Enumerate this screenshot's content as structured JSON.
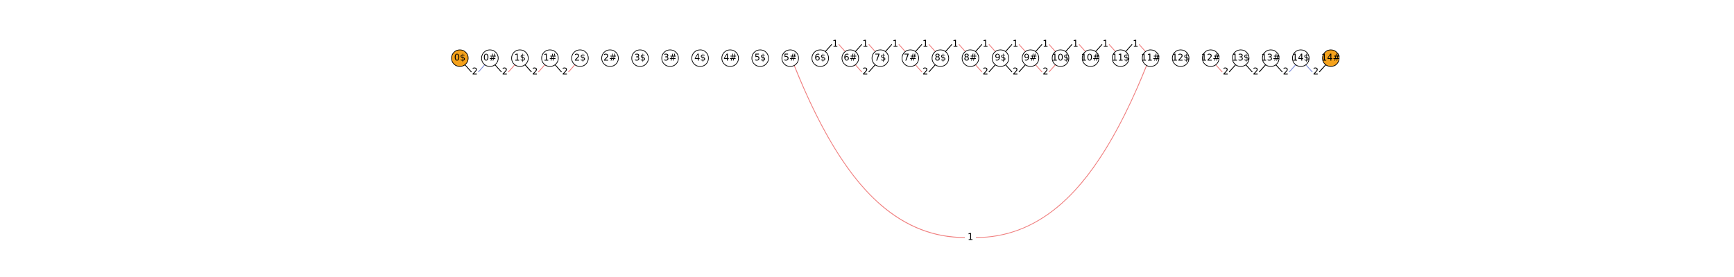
{
  "colors": {
    "default_node": "#ffffff",
    "terminal_node": "#f5a21b",
    "edge_black": "#000000",
    "edge_red": "#f08080",
    "edge_blue": "#7f8fd8"
  },
  "nodes": [
    {
      "label": "0$",
      "terminal": true
    },
    {
      "label": "0#"
    },
    {
      "label": "1$"
    },
    {
      "label": "1#"
    },
    {
      "label": "2$"
    },
    {
      "label": "2#"
    },
    {
      "label": "3$"
    },
    {
      "label": "3#"
    },
    {
      "label": "4$"
    },
    {
      "label": "4#"
    },
    {
      "label": "5$"
    },
    {
      "label": "5#"
    },
    {
      "label": "6$"
    },
    {
      "label": "6#"
    },
    {
      "label": "7$"
    },
    {
      "label": "7#"
    },
    {
      "label": "8$"
    },
    {
      "label": "8#"
    },
    {
      "label": "9$"
    },
    {
      "label": "9#"
    },
    {
      "label": "10$"
    },
    {
      "label": "10#"
    },
    {
      "label": "11$"
    },
    {
      "label": "11#"
    },
    {
      "label": "12$"
    },
    {
      "label": "12#"
    },
    {
      "label": "13$"
    },
    {
      "label": "13#"
    },
    {
      "label": "14$"
    },
    {
      "label": "14#",
      "terminal": true
    }
  ],
  "edges": [
    {
      "from": 0,
      "to": 1,
      "label": "2",
      "side": "below",
      "stroke": [
        "black",
        "blue"
      ]
    },
    {
      "from": 1,
      "to": 2,
      "label": "2",
      "side": "below",
      "stroke": [
        "black",
        "red"
      ]
    },
    {
      "from": 2,
      "to": 3,
      "label": "2",
      "side": "below",
      "stroke": [
        "black",
        "red"
      ]
    },
    {
      "from": 3,
      "to": 4,
      "label": "2",
      "side": "below",
      "stroke": [
        "black",
        "red"
      ]
    },
    {
      "from": 11,
      "to": 23,
      "label": "1",
      "side": "arc",
      "stroke": [
        "red",
        "red"
      ]
    },
    {
      "from": 12,
      "to": 13,
      "label": "1",
      "side": "above",
      "stroke": [
        "black",
        "red"
      ]
    },
    {
      "from": 13,
      "to": 14,
      "label": "1",
      "side": "above",
      "stroke": [
        "black",
        "red"
      ]
    },
    {
      "from": 14,
      "to": 15,
      "label": "1",
      "side": "above",
      "stroke": [
        "black",
        "red"
      ]
    },
    {
      "from": 15,
      "to": 16,
      "label": "1",
      "side": "above",
      "stroke": [
        "black",
        "red"
      ]
    },
    {
      "from": 16,
      "to": 17,
      "label": "1",
      "side": "above",
      "stroke": [
        "black",
        "red"
      ]
    },
    {
      "from": 17,
      "to": 18,
      "label": "1",
      "side": "above",
      "stroke": [
        "black",
        "red"
      ]
    },
    {
      "from": 18,
      "to": 19,
      "label": "1",
      "side": "above",
      "stroke": [
        "black",
        "red"
      ]
    },
    {
      "from": 19,
      "to": 20,
      "label": "1",
      "side": "above",
      "stroke": [
        "black",
        "red"
      ]
    },
    {
      "from": 20,
      "to": 21,
      "label": "1",
      "side": "above",
      "stroke": [
        "black",
        "red"
      ]
    },
    {
      "from": 21,
      "to": 22,
      "label": "1",
      "side": "above",
      "stroke": [
        "black",
        "red"
      ]
    },
    {
      "from": 22,
      "to": 23,
      "label": "1",
      "side": "above",
      "stroke": [
        "black",
        "red"
      ]
    },
    {
      "from": 13,
      "to": 14,
      "label": "2",
      "side": "below",
      "stroke": [
        "red",
        "black"
      ]
    },
    {
      "from": 15,
      "to": 16,
      "label": "2",
      "side": "below",
      "stroke": [
        "red",
        "black"
      ]
    },
    {
      "from": 17,
      "to": 18,
      "label": "2",
      "side": "below",
      "stroke": [
        "red",
        "black"
      ]
    },
    {
      "from": 18,
      "to": 19,
      "label": "2",
      "side": "below",
      "stroke": [
        "black",
        "black"
      ]
    },
    {
      "from": 19,
      "to": 20,
      "label": "2",
      "side": "below",
      "stroke": [
        "red",
        "red"
      ]
    },
    {
      "from": 25,
      "to": 26,
      "label": "2",
      "side": "below",
      "stroke": [
        "red",
        "black"
      ]
    },
    {
      "from": 26,
      "to": 27,
      "label": "2",
      "side": "below",
      "stroke": [
        "black",
        "black"
      ]
    },
    {
      "from": 27,
      "to": 28,
      "label": "2",
      "side": "below",
      "stroke": [
        "black",
        "blue"
      ]
    },
    {
      "from": 28,
      "to": 29,
      "label": "2",
      "side": "below",
      "stroke": [
        "blue",
        "black"
      ]
    }
  ]
}
